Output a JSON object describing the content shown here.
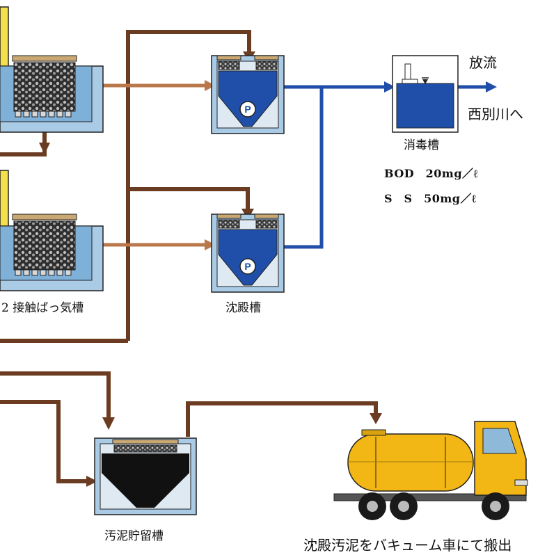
{
  "labels": {
    "discharge": "放流",
    "river": "西別川へ",
    "disinfection_tank": "消毒槽",
    "quality_bod": "BOD　20mg／ℓ",
    "quality_ss": "S　S　50mg／ℓ",
    "aeration_tank": "2  接触ばっ気槽",
    "settling_tank": "沈殿槽",
    "sludge_tank": "汚泥貯留槽",
    "sludge_transport": "沈殿汚泥をバキューム車にて搬出"
  },
  "pump_symbol": "P",
  "colors": {
    "water_blue": "#1f4fa8",
    "tank_light_blue": "#a9cbe6",
    "brown_pipe": "#6b3c22",
    "tan_pipe": "#b8784a",
    "sludge_black": "#111111",
    "truck_yellow": "#f2b615",
    "media_gray": "#5a5a5a",
    "cover_tan": "#c9a873"
  }
}
